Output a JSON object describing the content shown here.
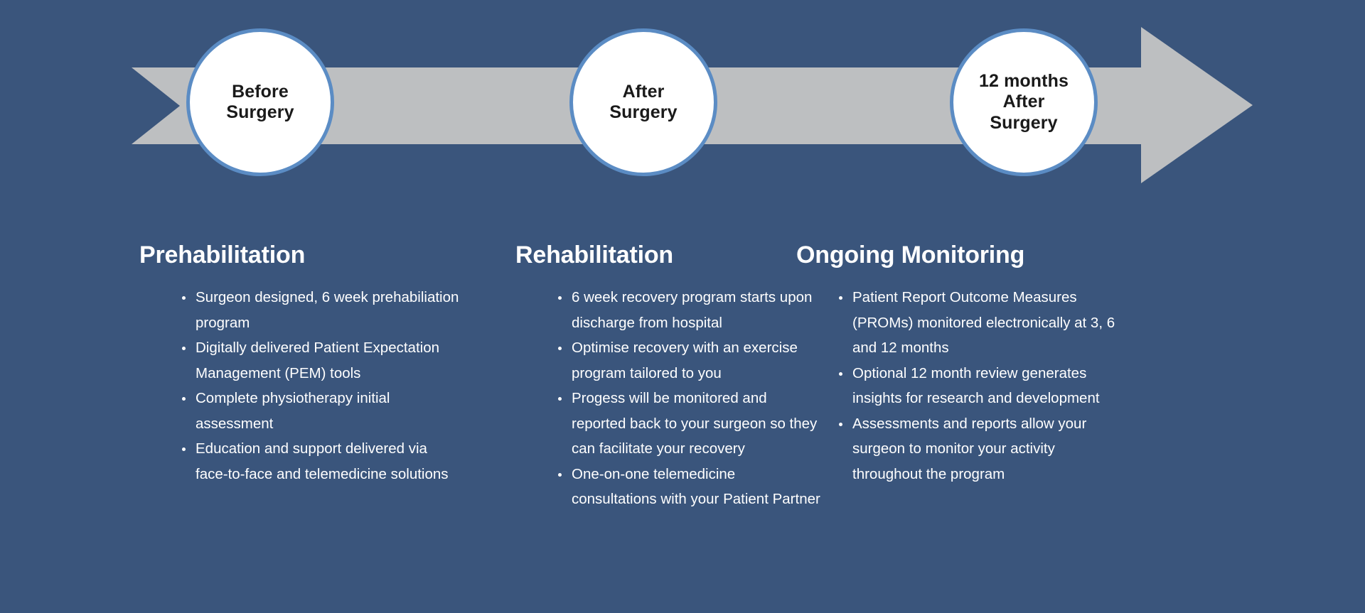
{
  "theme": {
    "background": "#3a557c",
    "arrow_fill": "#bdbfc1",
    "circle_ring": "#5b8cc4",
    "circle_fill": "#ffffff",
    "text_on_dark": "#ffffff",
    "text_on_light": "#1a1a1a"
  },
  "timeline": {
    "milestones": [
      {
        "label": "Before\nSurgery"
      },
      {
        "label": "After\nSurgery"
      },
      {
        "label": "12 months\nAfter\nSurgery"
      }
    ]
  },
  "columns": [
    {
      "title": "Prehabilitation",
      "bullets": [
        "Surgeon designed, 6 week prehabiliation program",
        "Digitally delivered Patient Expectation Management (PEM) tools",
        "Complete physiotherapy initial assessment",
        "Education and support delivered via face-to-face and telemedicine solutions"
      ]
    },
    {
      "title": "Rehabilitation",
      "bullets": [
        "6 week recovery program starts upon discharge from hospital",
        "Optimise recovery with an exercise program tailored to you",
        "Progess will be monitored and reported back to your surgeon so they can facilitate your recovery",
        "One-on-one telemedicine consultations with your Patient Partner"
      ]
    },
    {
      "title": "Ongoing Monitoring",
      "bullets": [
        "Patient Report Outcome Measures (PROMs) monitored electronically at 3, 6 and 12 months",
        "Optional 12 month review generates insights for research and development",
        "Assessments and reports allow your surgeon to monitor your activity throughout the program"
      ]
    }
  ]
}
